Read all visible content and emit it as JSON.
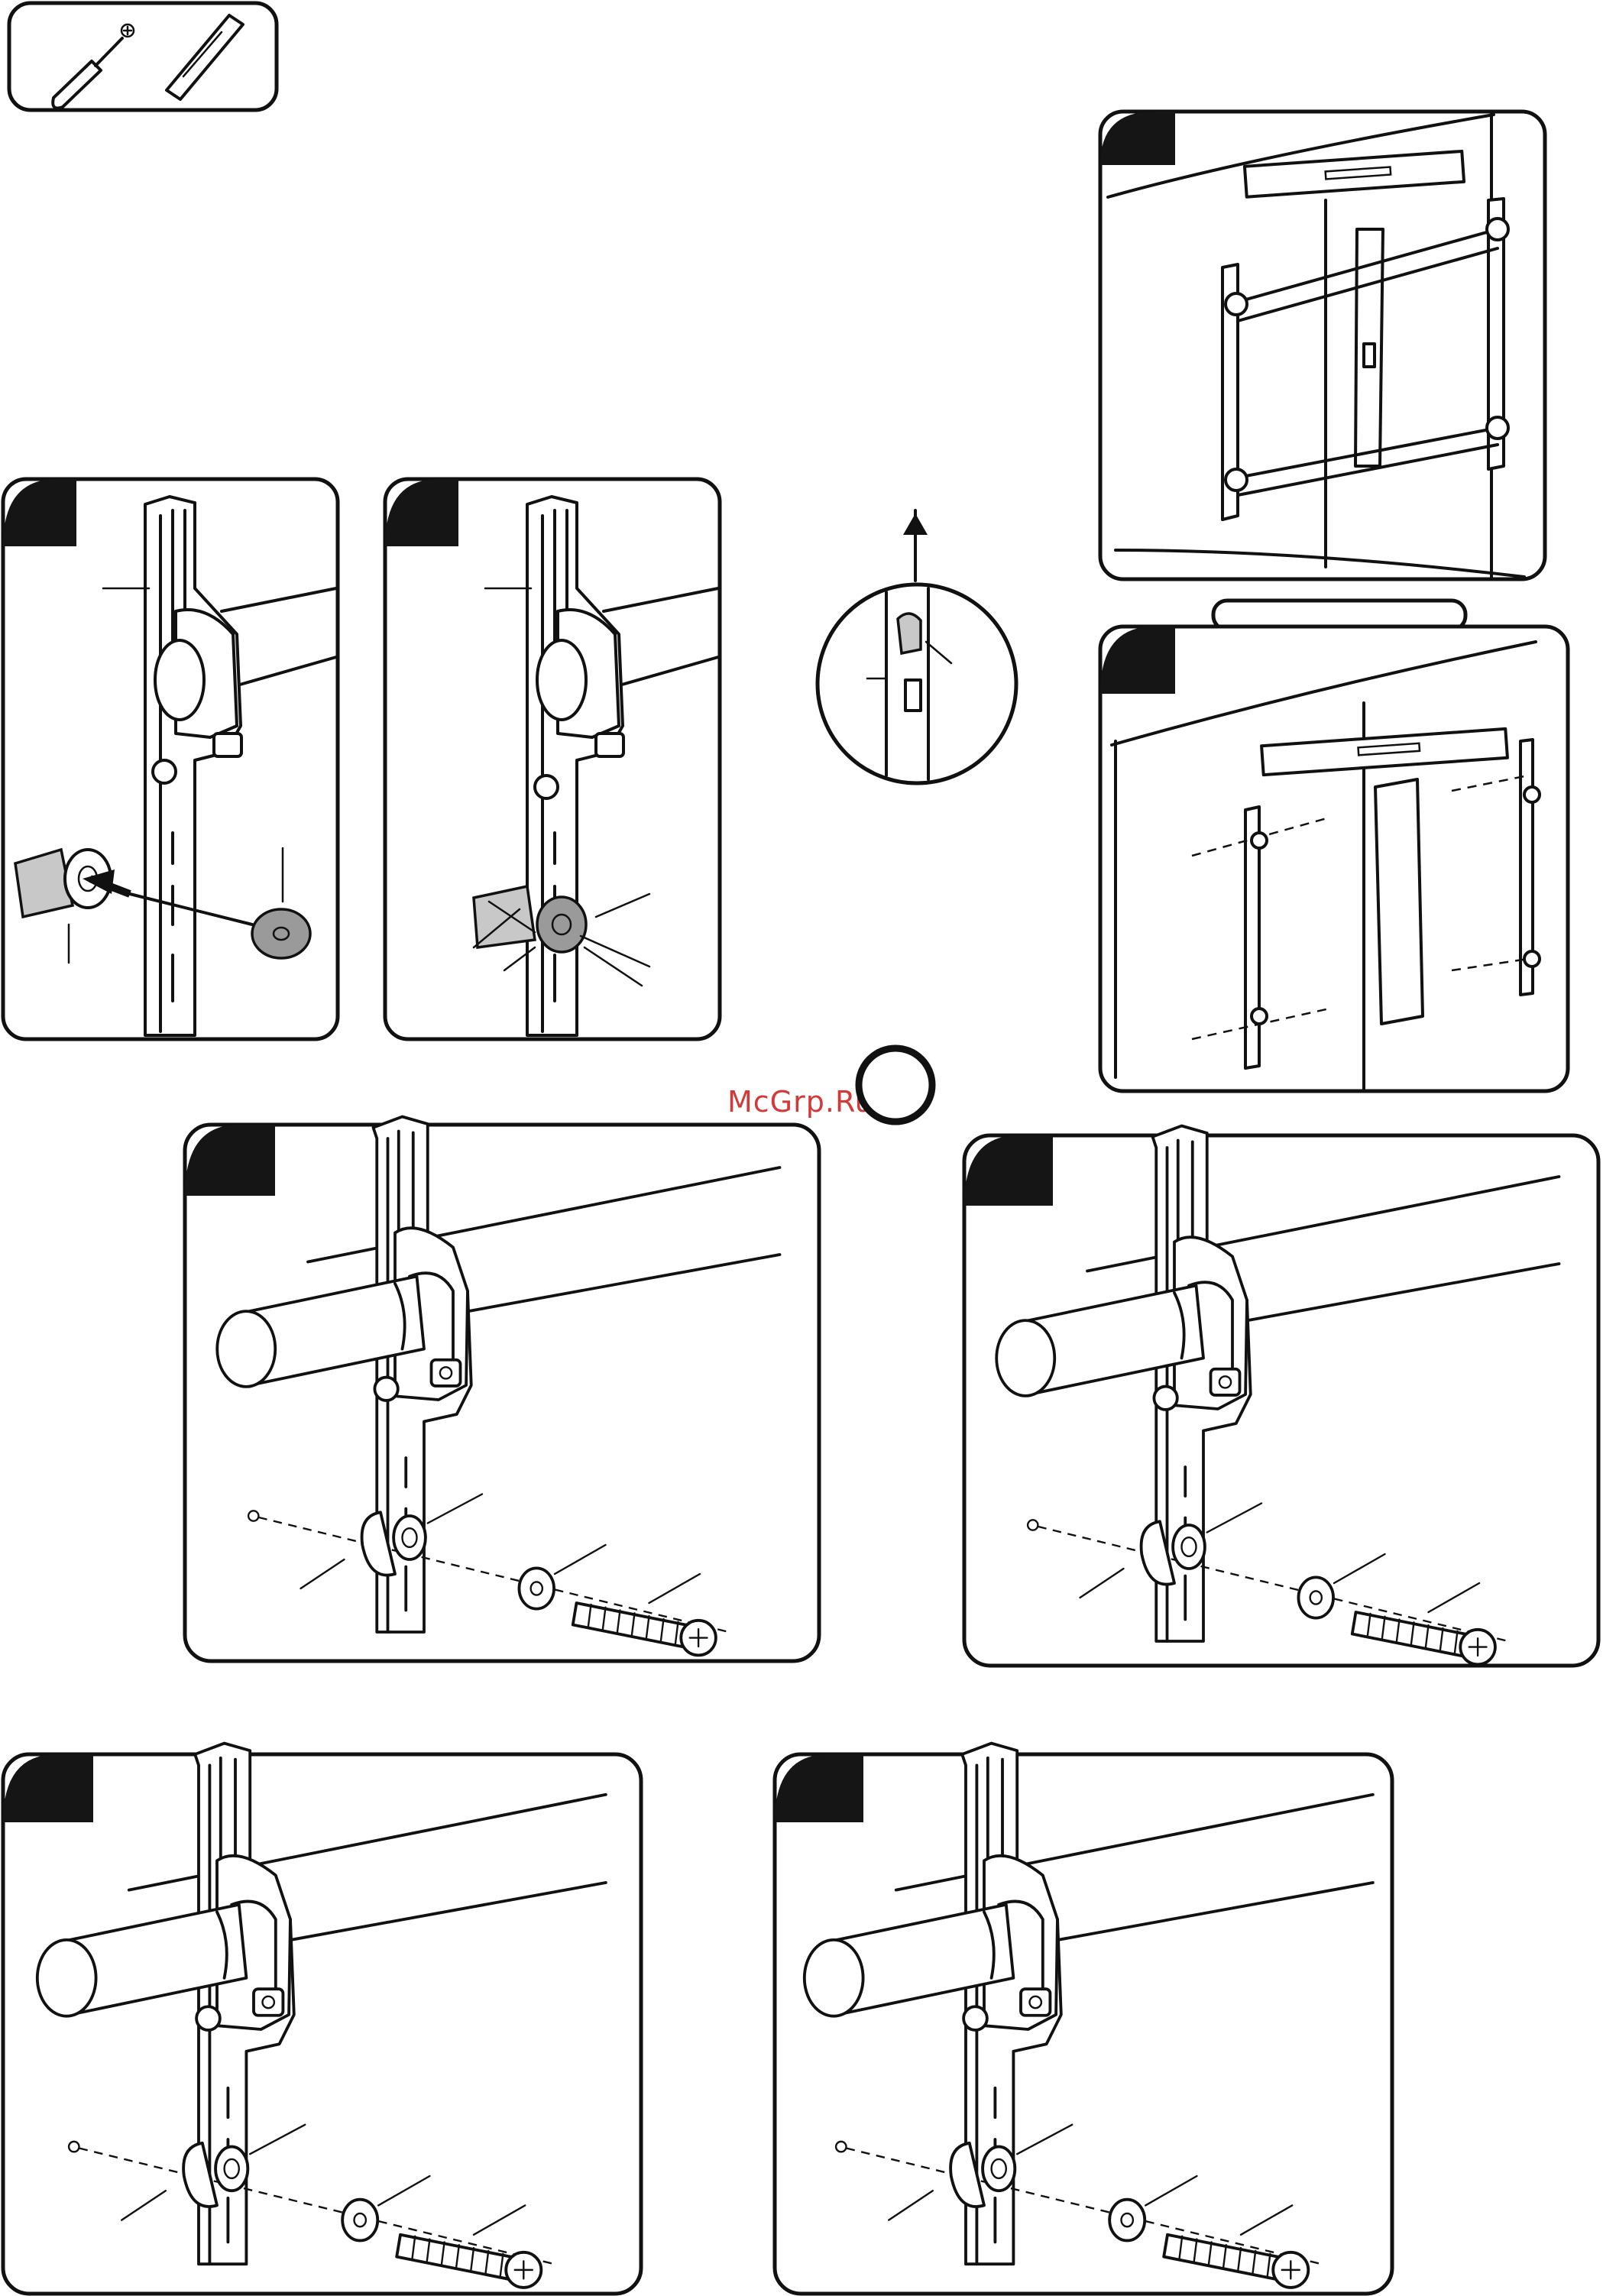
{
  "watermark": {
    "text": "McGrp.Ru",
    "color": "#d23a3a"
  },
  "colors": {
    "line": "#111111",
    "panel_tab": "#151515",
    "shade": "#c8c8c8"
  },
  "icons": [
    "screwdriver-icon",
    "level-icon"
  ],
  "panels": [
    {
      "name": "wall-plate-overview"
    },
    {
      "name": "level-alignment-panel"
    },
    {
      "name": "washer-insert-panel"
    },
    {
      "name": "washer-seated-panel"
    },
    {
      "name": "bracket-latch-detail"
    },
    {
      "name": "bolt-attach-panel-a"
    },
    {
      "name": "bolt-attach-panel-b"
    },
    {
      "name": "bolt-attach-panel-c"
    },
    {
      "name": "bolt-attach-panel-d"
    }
  ]
}
